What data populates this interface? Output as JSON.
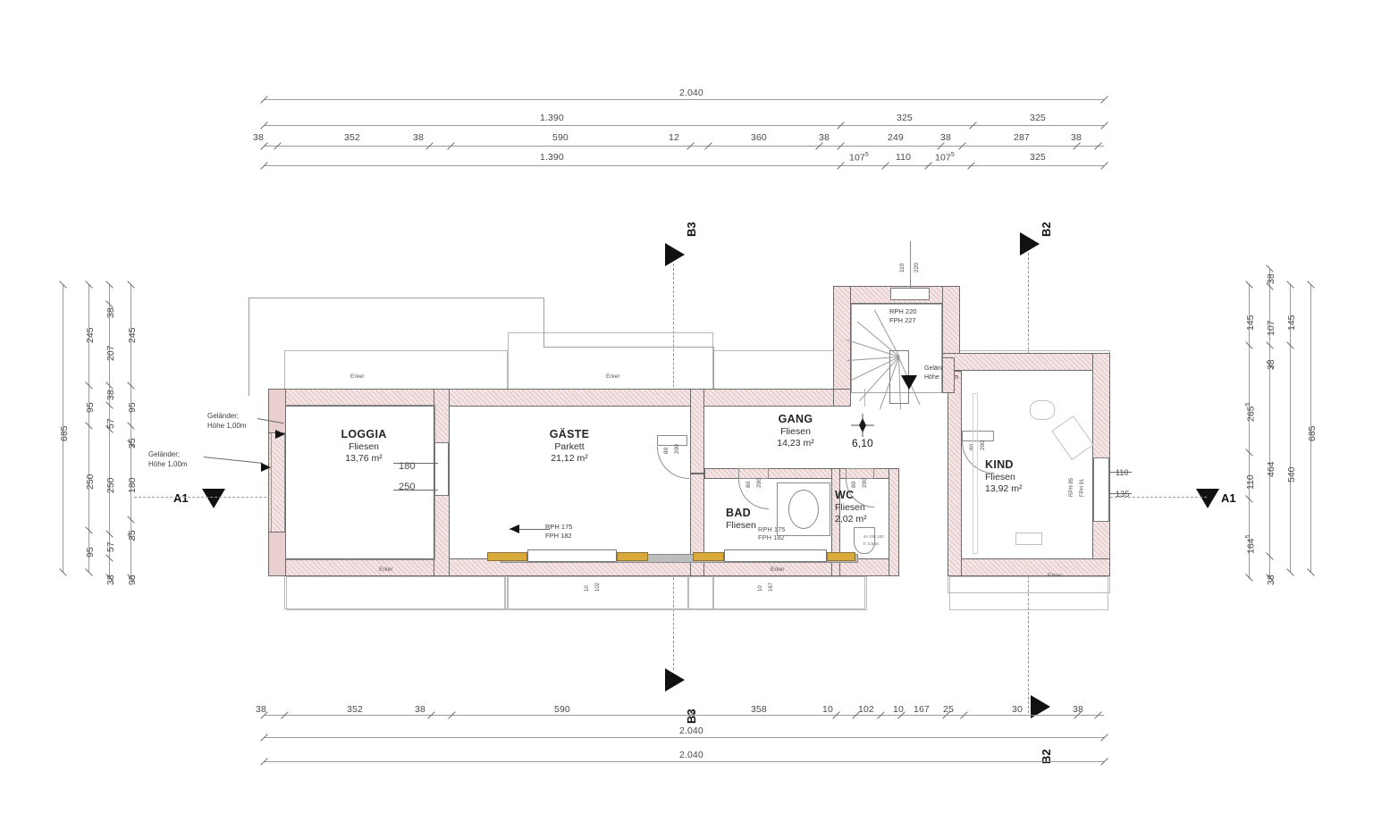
{
  "drawing": {
    "type": "architectural-floor-plan",
    "units": "cm",
    "wall_color": "#e9cfcf",
    "line_color": "#6b6b6b"
  },
  "rooms": [
    {
      "key": "loggia",
      "name": "LOGGIA",
      "floor": "Fliesen",
      "area": "13,76 m²"
    },
    {
      "key": "gaeste",
      "name": "GÄSTE",
      "floor": "Parkett",
      "area": "21,12 m²"
    },
    {
      "key": "gang",
      "name": "GANG",
      "floor": "Fliesen",
      "area": "14,23 m²"
    },
    {
      "key": "bad",
      "name": "BAD",
      "floor": "Fliesen",
      "area": ""
    },
    {
      "key": "wc",
      "name": "WC",
      "floor": "Fliesen",
      "area": "2,02 m²"
    },
    {
      "key": "kind",
      "name": "KIND",
      "floor": "Fliesen",
      "area": "13,92 m²"
    }
  ],
  "annotations": {
    "railing_1": "Geländer;",
    "railing_1b": "Höhe 1,00m",
    "railing_2": "Geländer;",
    "railing_2b": "Höhe 1,00m",
    "railing_stair": "Geländer;",
    "railing_stair_b": "Höhe 1,00m",
    "rph_stair": "RPH 220",
    "fph_stair": "FPH 227",
    "rph_gaeste": "RPH 175",
    "fph_gaeste": "FPH 182",
    "rph_bad": "RPH 175",
    "fph_bad": "FPH 182",
    "rph_kind": "RPH 85",
    "fph_kind": "FPH 91",
    "erker": "Erker",
    "compass_value": "6,10"
  },
  "openings": {
    "door_gaeste_w": "80",
    "door_gaeste_h": "200",
    "door_bad_w": "80",
    "door_bad_h": "200",
    "door_wc_w": "80",
    "door_wc_h": "200",
    "door_kind_w": "80",
    "door_kind_h": "200",
    "loggia_w": "180",
    "loggia_h": "250",
    "kind_win_w": "110",
    "kind_win_h": "135",
    "stair_win_w": "110",
    "stair_win_h": "220"
  },
  "section_markers": [
    {
      "label": "A1",
      "side": "left"
    },
    {
      "label": "A1",
      "side": "right"
    },
    {
      "label": "B3",
      "side": "top"
    },
    {
      "label": "B3",
      "side": "bottom"
    },
    {
      "label": "B2",
      "side": "top"
    },
    {
      "label": "B2",
      "side": "bottom"
    }
  ],
  "dimensions": {
    "top": {
      "row1": {
        "segments": [
          {
            "label": "2.040",
            "span": 945
          }
        ]
      },
      "row2": {
        "segments": [
          {
            "label": "1.390",
            "span": 645
          },
          {
            "label": "325",
            "span": 148
          },
          {
            "label": "325",
            "span": 152
          }
        ]
      },
      "row3": {
        "outer_left": "38",
        "outer_right": "38",
        "segments": [
          {
            "label": "352",
            "span": 170
          },
          {
            "label": "38",
            "span": 24
          },
          {
            "label": "590",
            "span": 268
          },
          {
            "label": "12",
            "span": 20
          },
          {
            "label": "360",
            "span": 163
          },
          {
            "label": "38",
            "span": 24
          },
          {
            "label": "249",
            "span": 112
          },
          {
            "label": "38",
            "span": 24
          },
          {
            "label": "287",
            "span": 128
          }
        ]
      },
      "row4": {
        "segments": [
          {
            "label": "1.390",
            "span": 645
          },
          {
            "label": "107",
            "sup": "5",
            "span": 50
          },
          {
            "label": "110",
            "span": 50
          },
          {
            "label": "107",
            "sup": "5",
            "span": 50
          },
          {
            "label": "325",
            "span": 152
          }
        ]
      }
    },
    "bottom": {
      "row1": {
        "outer_left": "38",
        "outer_right": "38",
        "segments": [
          {
            "label": "352",
            "span": 170
          },
          {
            "label": "38",
            "span": 24
          },
          {
            "label": "590",
            "span": 268
          },
          {
            "label": "358",
            "span": 163
          },
          {
            "label": "10",
            "span": 22
          },
          {
            "label": "102",
            "span": 48
          },
          {
            "label": "10",
            "span": 22
          },
          {
            "label": "167",
            "span": 50
          },
          {
            "label": "25",
            "span": 28
          },
          {
            "label": "30",
            "span": 110
          }
        ]
      },
      "row2": {
        "segments": [
          {
            "label": "2.040",
            "span": 945
          }
        ]
      },
      "row3": {
        "segments": [
          {
            "label": "2.040",
            "span": 945
          }
        ]
      }
    },
    "left": {
      "col1": {
        "segments": [
          {
            "label": "685",
            "span": 320
          }
        ]
      },
      "col2": {
        "segments": [
          {
            "label": "245",
            "span": 113
          },
          {
            "label": "95",
            "span": 45
          },
          {
            "label": "250",
            "span": 117
          },
          {
            "label": "95",
            "span": 45
          }
        ]
      },
      "col3": {
        "segments": [
          {
            "label": "38",
            "span": 22
          },
          {
            "label": "207",
            "span": 91
          },
          {
            "label": "38",
            "span": 22
          },
          {
            "label": "57",
            "span": 27
          },
          {
            "label": "250",
            "span": 117
          },
          {
            "label": "57",
            "span": 27
          },
          {
            "label": "38",
            "span": 22
          }
        ]
      },
      "col4": {
        "segments": [
          {
            "label": "245",
            "span": 113
          },
          {
            "label": "95",
            "span": 45
          },
          {
            "label": "35",
            "span": 20
          },
          {
            "label": "180",
            "span": 85
          },
          {
            "label": "35",
            "span": 20
          },
          {
            "label": "95",
            "span": 45
          }
        ]
      }
    },
    "right": {
      "col1": {
        "segments": [
          {
            "label": "145",
            "span": 68
          },
          {
            "label": "265",
            "sup": "5",
            "span": 120
          },
          {
            "label": "110",
            "span": 52
          },
          {
            "label": "164",
            "sup": "5",
            "span": 76
          }
        ]
      },
      "col2": {
        "segments": [
          {
            "label": "38",
            "span": 20
          },
          {
            "label": "107",
            "span": 50
          },
          {
            "label": "38",
            "span": 22
          },
          {
            "label": "464",
            "span": 214
          },
          {
            "label": "38",
            "span": 22
          }
        ]
      },
      "col3": {
        "segments": [
          {
            "label": "145",
            "span": 68
          },
          {
            "label": "540",
            "span": 248
          }
        ]
      },
      "col4": {
        "segments": [
          {
            "label": "685",
            "span": 320
          }
        ]
      }
    }
  }
}
